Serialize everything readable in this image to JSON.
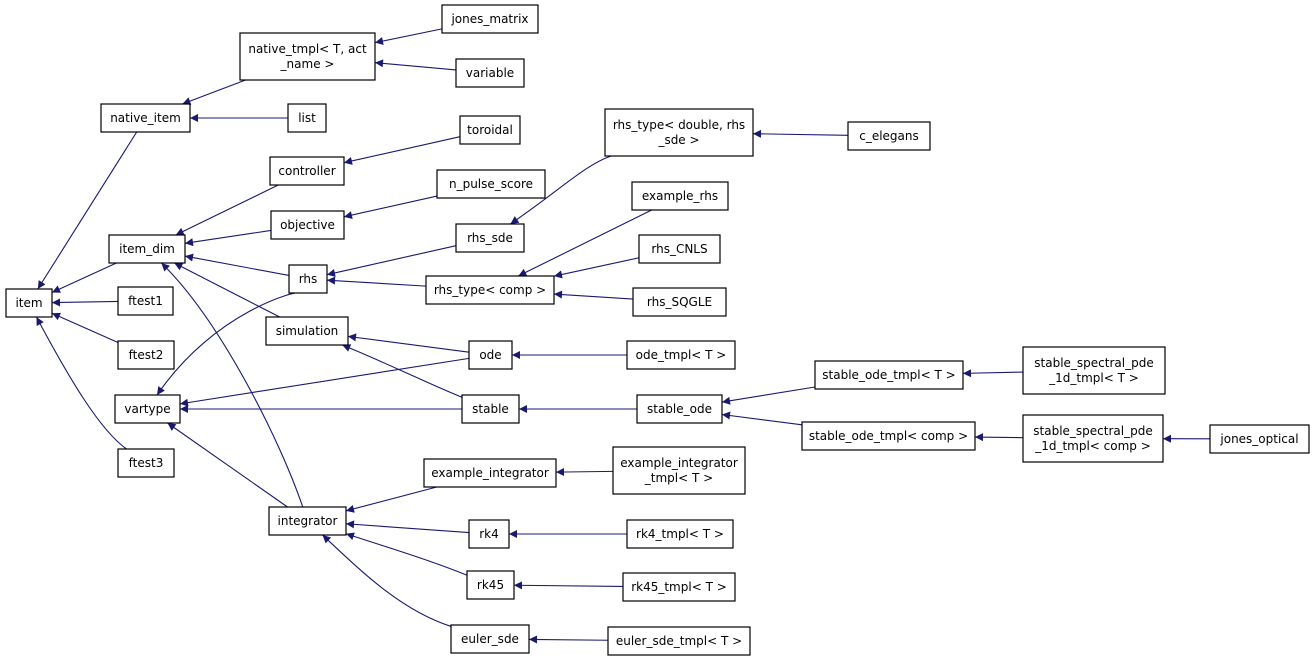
{
  "diagram": {
    "type": "inheritance-graph",
    "colors": {
      "edge": "#191970",
      "node_border": "#000000",
      "node_fill": "#ffffff",
      "text": "#000000"
    },
    "nodes": [
      {
        "id": "item",
        "lines": [
          "item"
        ]
      },
      {
        "id": "native_item",
        "lines": [
          "native_item"
        ]
      },
      {
        "id": "native_tmpl",
        "lines": [
          "native_tmpl< T, act",
          "_name >"
        ]
      },
      {
        "id": "jones_matrix",
        "lines": [
          "jones_matrix"
        ]
      },
      {
        "id": "variable",
        "lines": [
          "variable"
        ]
      },
      {
        "id": "list",
        "lines": [
          "list"
        ]
      },
      {
        "id": "item_dim",
        "lines": [
          "item_dim"
        ]
      },
      {
        "id": "controller",
        "lines": [
          "controller"
        ]
      },
      {
        "id": "toroidal",
        "lines": [
          "toroidal"
        ]
      },
      {
        "id": "objective",
        "lines": [
          "objective"
        ]
      },
      {
        "id": "n_pulse_score",
        "lines": [
          "n_pulse_score"
        ]
      },
      {
        "id": "rhs",
        "lines": [
          "rhs"
        ]
      },
      {
        "id": "rhs_sde",
        "lines": [
          "rhs_sde"
        ]
      },
      {
        "id": "rhs_type_double",
        "lines": [
          "rhs_type< double, rhs",
          "_sde >"
        ]
      },
      {
        "id": "c_elegans",
        "lines": [
          "c_elegans"
        ]
      },
      {
        "id": "rhs_type_comp",
        "lines": [
          "rhs_type< comp >"
        ]
      },
      {
        "id": "example_rhs",
        "lines": [
          "example_rhs"
        ]
      },
      {
        "id": "rhs_CNLS",
        "lines": [
          "rhs_CNLS"
        ]
      },
      {
        "id": "rhs_SQGLE",
        "lines": [
          "rhs_SQGLE"
        ]
      },
      {
        "id": "simulation",
        "lines": [
          "simulation"
        ]
      },
      {
        "id": "ode",
        "lines": [
          "ode"
        ]
      },
      {
        "id": "ode_tmpl",
        "lines": [
          "ode_tmpl< T >"
        ]
      },
      {
        "id": "vartype",
        "lines": [
          "vartype"
        ]
      },
      {
        "id": "stable",
        "lines": [
          "stable"
        ]
      },
      {
        "id": "stable_ode",
        "lines": [
          "stable_ode"
        ]
      },
      {
        "id": "stable_ode_tmpl_T",
        "lines": [
          "stable_ode_tmpl< T >"
        ]
      },
      {
        "id": "stable_spectral_T",
        "lines": [
          "stable_spectral_pde",
          "_1d_tmpl< T >"
        ]
      },
      {
        "id": "stable_ode_tmpl_comp",
        "lines": [
          "stable_ode_tmpl< comp >"
        ]
      },
      {
        "id": "stable_spectral_comp",
        "lines": [
          "stable_spectral_pde",
          "_1d_tmpl< comp >"
        ]
      },
      {
        "id": "jones_optical",
        "lines": [
          "jones_optical"
        ]
      },
      {
        "id": "ftest1",
        "lines": [
          "ftest1"
        ]
      },
      {
        "id": "ftest2",
        "lines": [
          "ftest2"
        ]
      },
      {
        "id": "ftest3",
        "lines": [
          "ftest3"
        ]
      },
      {
        "id": "integrator",
        "lines": [
          "integrator"
        ]
      },
      {
        "id": "example_integrator",
        "lines": [
          "example_integrator"
        ]
      },
      {
        "id": "example_integrator_tmpl",
        "lines": [
          "example_integrator",
          "_tmpl< T >"
        ]
      },
      {
        "id": "rk4",
        "lines": [
          "rk4"
        ]
      },
      {
        "id": "rk4_tmpl",
        "lines": [
          "rk4_tmpl< T >"
        ]
      },
      {
        "id": "rk45",
        "lines": [
          "rk45"
        ]
      },
      {
        "id": "rk45_tmpl",
        "lines": [
          "rk45_tmpl< T >"
        ]
      },
      {
        "id": "euler_sde",
        "lines": [
          "euler_sde"
        ]
      },
      {
        "id": "euler_sde_tmpl",
        "lines": [
          "euler_sde_tmpl< T >"
        ]
      }
    ],
    "edges": [
      {
        "from": "native_item",
        "to": "item"
      },
      {
        "from": "item_dim",
        "to": "item"
      },
      {
        "from": "ftest1",
        "to": "item"
      },
      {
        "from": "ftest2",
        "to": "item"
      },
      {
        "from": "ftest3",
        "to": "item"
      },
      {
        "from": "native_tmpl",
        "to": "native_item"
      },
      {
        "from": "list",
        "to": "native_item"
      },
      {
        "from": "jones_matrix",
        "to": "native_tmpl"
      },
      {
        "from": "variable",
        "to": "native_tmpl"
      },
      {
        "from": "controller",
        "to": "item_dim"
      },
      {
        "from": "objective",
        "to": "item_dim"
      },
      {
        "from": "rhs",
        "to": "item_dim"
      },
      {
        "from": "simulation",
        "to": "item_dim"
      },
      {
        "from": "integrator",
        "to": "item_dim"
      },
      {
        "from": "toroidal",
        "to": "controller"
      },
      {
        "from": "n_pulse_score",
        "to": "objective"
      },
      {
        "from": "rhs_sde",
        "to": "rhs"
      },
      {
        "from": "rhs_type_comp",
        "to": "rhs"
      },
      {
        "from": "rhs_type_double",
        "to": "rhs_sde"
      },
      {
        "from": "c_elegans",
        "to": "rhs_type_double"
      },
      {
        "from": "example_rhs",
        "to": "rhs_type_comp"
      },
      {
        "from": "rhs_CNLS",
        "to": "rhs_type_comp"
      },
      {
        "from": "rhs_SQGLE",
        "to": "rhs_type_comp"
      },
      {
        "from": "rhs",
        "to": "vartype"
      },
      {
        "from": "ode",
        "to": "simulation"
      },
      {
        "from": "stable",
        "to": "simulation"
      },
      {
        "from": "ode",
        "to": "vartype"
      },
      {
        "from": "stable",
        "to": "vartype"
      },
      {
        "from": "integrator",
        "to": "vartype"
      },
      {
        "from": "ode_tmpl",
        "to": "ode"
      },
      {
        "from": "stable_ode",
        "to": "stable"
      },
      {
        "from": "stable_ode_tmpl_T",
        "to": "stable_ode"
      },
      {
        "from": "stable_ode_tmpl_comp",
        "to": "stable_ode"
      },
      {
        "from": "stable_spectral_T",
        "to": "stable_ode_tmpl_T"
      },
      {
        "from": "stable_spectral_comp",
        "to": "stable_ode_tmpl_comp"
      },
      {
        "from": "jones_optical",
        "to": "stable_spectral_comp"
      },
      {
        "from": "example_integrator",
        "to": "integrator"
      },
      {
        "from": "rk4",
        "to": "integrator"
      },
      {
        "from": "rk45",
        "to": "integrator"
      },
      {
        "from": "euler_sde",
        "to": "integrator"
      },
      {
        "from": "example_integrator_tmpl",
        "to": "example_integrator"
      },
      {
        "from": "rk4_tmpl",
        "to": "rk4"
      },
      {
        "from": "rk45_tmpl",
        "to": "rk45"
      },
      {
        "from": "euler_sde_tmpl",
        "to": "euler_sde"
      }
    ]
  }
}
